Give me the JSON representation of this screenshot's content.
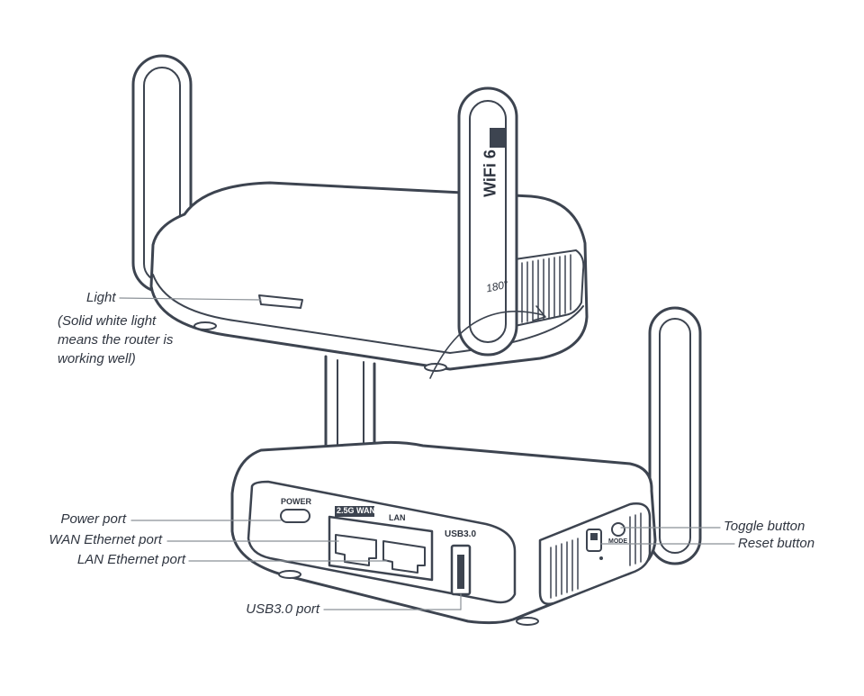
{
  "device": {
    "antenna_text": "WiFi 6",
    "rotation_text": "180°",
    "power_panel_text": "POWER",
    "wan_panel_text": "2.5G WAN",
    "lan_panel_text": "LAN",
    "usb_panel_text": "USB3.0",
    "mode_text": "MODE"
  },
  "callouts": {
    "light": "Light",
    "light_note_1": "(Solid white light",
    "light_note_2": "means the router is",
    "light_note_3": "working well)",
    "power_port": "Power port",
    "wan_port": "WAN Ethernet port",
    "lan_port": "LAN Ethernet port",
    "usb_port": "USB3.0 port",
    "toggle_button": "Toggle button",
    "reset_button": "Reset button"
  },
  "colors": {
    "outline": "#3d4450",
    "leader": "#8a9096",
    "fill": "#ffffff",
    "text": "#2f3540"
  }
}
